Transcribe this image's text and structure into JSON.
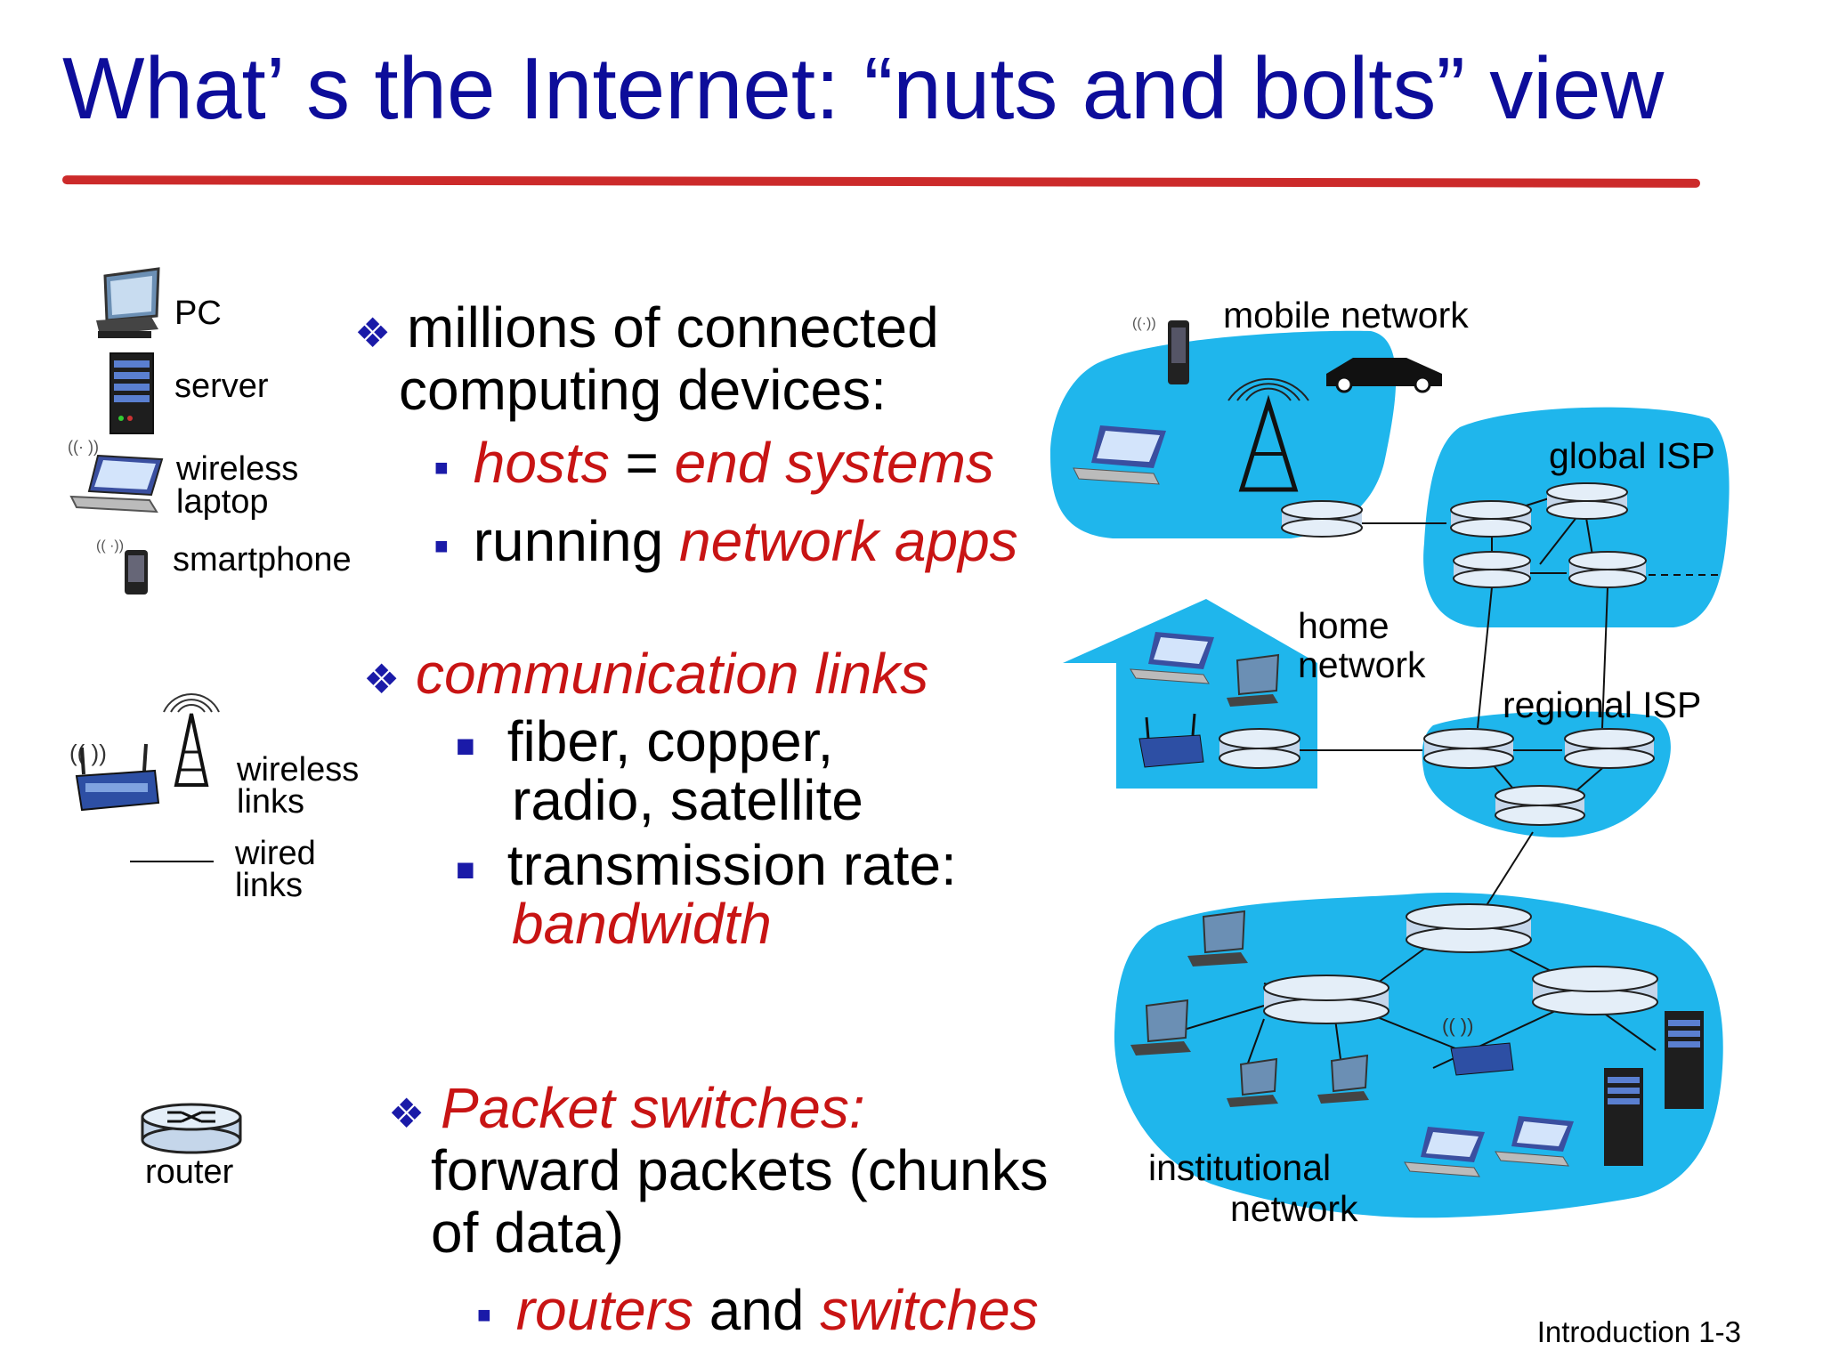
{
  "title": "What’ s the Internet: “nuts and bolts” view",
  "colors": {
    "title": "#0d0d9a",
    "accent_red": "#c81414",
    "rule": "#cc2a2a",
    "network_fill": "#1fb6ec",
    "bullet": "#1a1aa8"
  },
  "legend": {
    "pc": "PC",
    "server": "server",
    "wireless_laptop_1": "wireless",
    "wireless_laptop_2": "laptop",
    "smartphone": "smartphone",
    "wireless_links_1": "wireless",
    "wireless_links_2": "links",
    "wired_links_1": "wired",
    "wired_links_2": "links",
    "router": "router"
  },
  "bullets": {
    "devices_line1": "millions of connected",
    "devices_line2": "computing devices:",
    "hosts": "hosts",
    "equals": " = ",
    "end_systems": "end systems",
    "running": "running ",
    "network_apps": "network apps",
    "comm_links": "communication links",
    "fiber_1": "fiber, copper,",
    "fiber_2": "radio, satellite",
    "rate_1": "transmission rate:",
    "rate_2": "bandwidth",
    "packet_switches": "Packet switches:",
    "forward_1": "forward packets (chunks",
    "forward_2": "of data)",
    "routers": "routers",
    "and": " and ",
    "switches": "switches"
  },
  "diagram": {
    "mobile_network": "mobile network",
    "global_isp": "global ISP",
    "home_1": "home",
    "home_2": "network",
    "regional_isp": "regional ISP",
    "institutional_1": "institutional",
    "institutional_2": "network"
  },
  "footer": "Introduction 1-3"
}
